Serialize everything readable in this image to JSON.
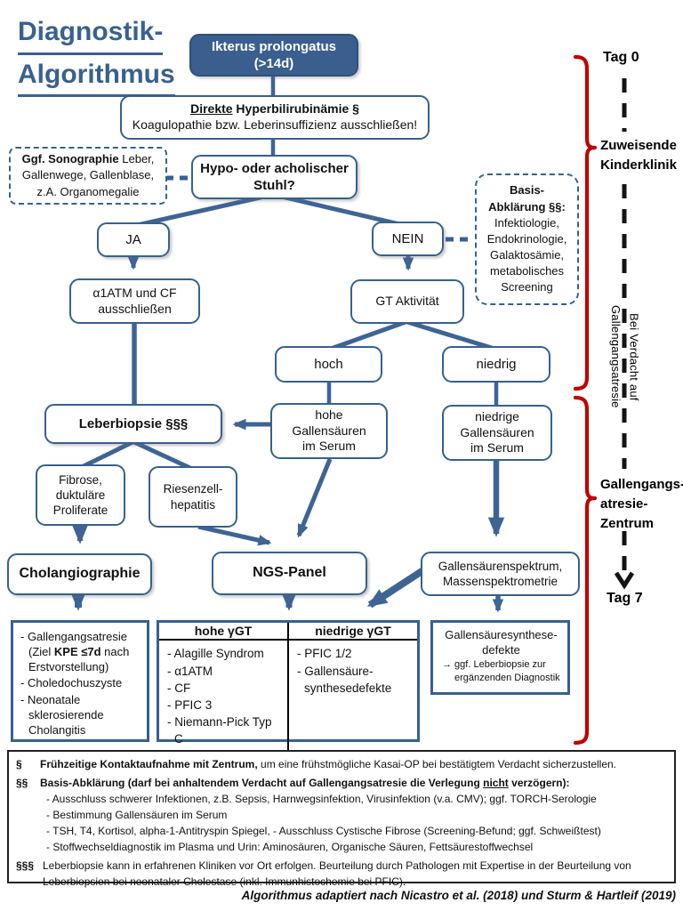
{
  "colors": {
    "blue_border": "#36618F",
    "blue_fill": "#3A5F8F",
    "blue_arrow": "#3E6494",
    "red": "#C00000",
    "black": "#111111"
  },
  "title": {
    "line1": "Diagnostik-",
    "line2": "Algorithmus"
  },
  "flow": {
    "ikterus_line1": "Ikterus prolongatus",
    "ikterus_line2": "(>14d)",
    "direkte_word": "Direkte",
    "direkte_rest": " Hyperbilirubinämie §",
    "direkte_line2": "Koagulopathie bzw. Leberinsuffizienz ausschließen!",
    "sono_bold": "Ggf. Sonographie",
    "sono_rest": " Leber,",
    "sono_line2": "Gallenwege, Gallenblase,",
    "sono_line3": "z.A. Organomegalie",
    "hypo_line1": "Hypo- oder acholischer",
    "hypo_line2": "Stuhl?",
    "ja": "JA",
    "nein": "NEIN",
    "basis_bold1": "Basis-",
    "basis_bold2": "Abklärung §§:",
    "basis_items": [
      "Infektiologie,",
      "Endokrinologie,",
      "Galaktosämie,",
      "metabolisches",
      "Screening"
    ],
    "a1atm_line1": "α1ATM und CF",
    "a1atm_line2": "ausschließen",
    "gt": "GT Aktivität",
    "hoch": "hoch",
    "niedrig": "niedrig",
    "leberbiopsie": "Leberbiopsie §§§",
    "hohe_gs": [
      "hohe",
      "Gallensäuren",
      "im Serum"
    ],
    "niedrige_gs": [
      "niedrige",
      "Gallensäuren",
      "im Serum"
    ],
    "fibrose": [
      "Fibrose,",
      "duktuläre",
      "Proliferate"
    ],
    "riesenzell": [
      "Riesenzell-",
      "hepatitis"
    ],
    "cholangiographie": "Cholangiographie",
    "ngs": "NGS-Panel",
    "spektrum": [
      "Gallensäurenspektrum,",
      "Massenspektrometrie"
    ],
    "synthese_line1": "Gallensäuresynthese-",
    "synthese_line2": "defekte",
    "synthese_note": "→ ggf. Leberbiopsie zur ergänzenden Diagnostik"
  },
  "results_box": {
    "item1_pre": "- Gallengangsatresie (Ziel ",
    "item1_bold": "KPE ≤7d",
    "item1_post": " nach Erstvorstellung)",
    "item2": "- Choledochuszyste",
    "item3": "- Neonatale sklerosierende Cholangitis"
  },
  "table": {
    "header_left": "hohe γGT",
    "header_right": "niedrige γGT",
    "left_items": [
      "- Alagille Syndrom",
      "- α1ATM",
      "- CF",
      "- PFIC 3",
      "- Niemann-Pick Typ C"
    ],
    "right_items": [
      "- PFIC 1/2",
      "- Gallensäure-synthesedefekte"
    ]
  },
  "timeline": {
    "tag0": "Tag 0",
    "zuweisende_line1": "Zuweisende",
    "zuweisende_line2": "Kinderklinik",
    "verdacht_line1": "Bei Verdacht auf",
    "verdacht_line2": "Gallengangsatresie",
    "zentrum_line1": "Gallengangs-",
    "zentrum_line2": "atresie-",
    "zentrum_line3": "Zentrum",
    "tag7": "Tag 7"
  },
  "footnotes": {
    "f1_marker": "§",
    "f1_bold": "Frühzeitige Kontaktaufnahme mit Zentrum,",
    "f1_rest": " um eine frühstmögliche Kasai-OP bei bestätigtem Verdacht sicherzustellen.",
    "f2_marker": "§§",
    "f2_bold1": "Basis-Abklärung (darf bei anhaltendem Verdacht auf Gallengangsatresie die Verlegung ",
    "f2_underline": "nicht",
    "f2_bold2": " verzögern):",
    "f2_items": [
      "- Ausschluss schwerer Infektionen, z.B. Sepsis, Harnwegsinfektion, Virusinfektion (v.a. CMV); ggf. TORCH-Serologie",
      "- Bestimmung Gallensäuren im Serum",
      "- TSH, T4, Kortisol, alpha-1-Antitryspin Spiegel, - Ausschluss Cystische Fibrose (Screening-Befund; ggf. Schweißtest)",
      "- Stoffwechseldiagnostik im Plasma und Urin: Aminosäuren, Organische Säuren, Fettsäurestoffwechsel"
    ],
    "f3_marker": "§§§",
    "f3_text": "Leberbiopsie kann in erfahrenen Kliniken vor Ort erfolgen. Beurteilung durch Pathologen mit Expertise in der Beurteilung von Leberbiopsien bei neonataler Cholestase (inkl. Immunhistochemie bei PFIC)."
  },
  "citation": "Algorithmus adaptiert nach Nicastro et al. (2018) und Sturm & Hartleif (2019)"
}
